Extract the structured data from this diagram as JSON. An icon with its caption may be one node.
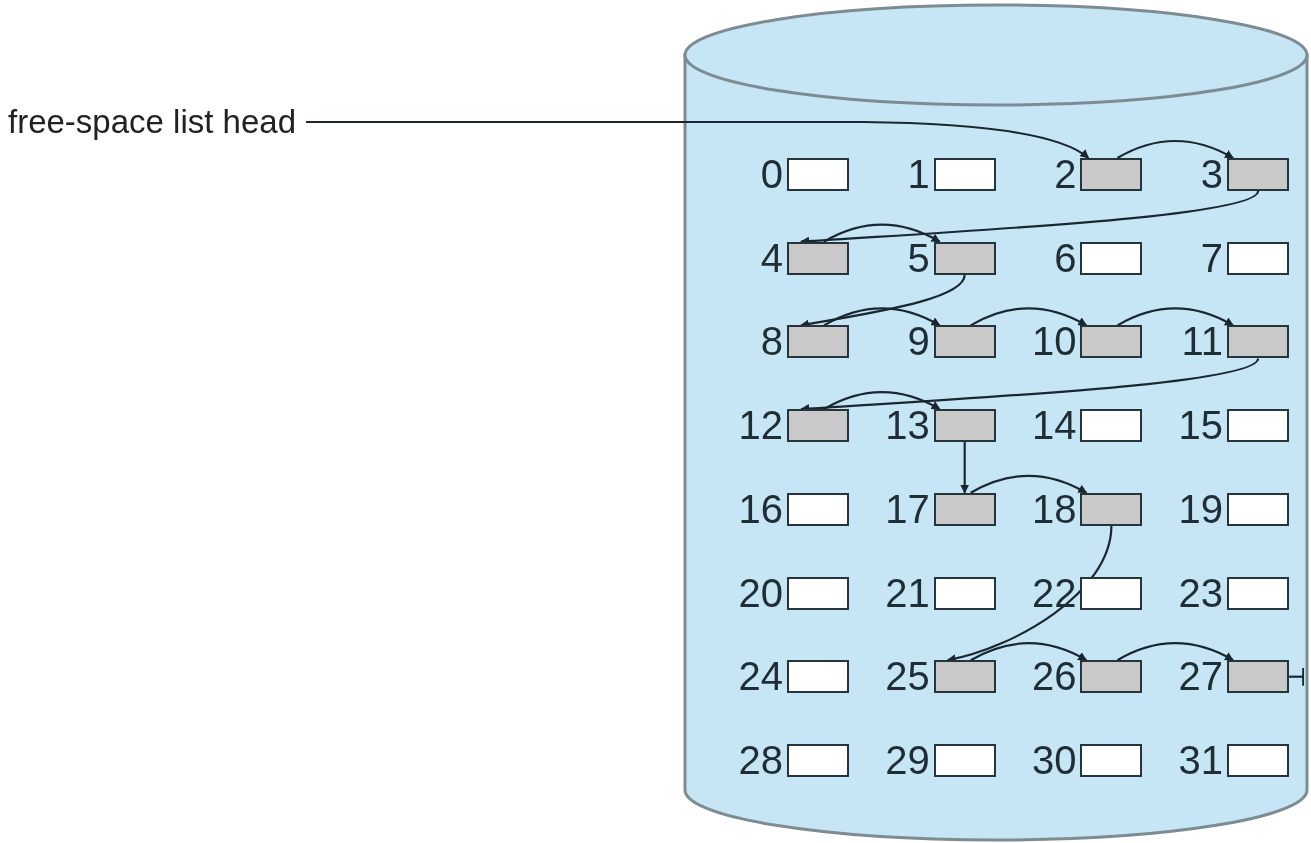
{
  "diagram": {
    "nodes": [
      {
        "text": [
          "free-space list head"
        ]
      },
      {
        "text": [],
        "shape": "cylinder"
      },
      {
        "text": [],
        "shape": "box",
        "beside": [
          "0"
        ],
        "in": 1
      },
      {
        "text": [],
        "shape": "box",
        "beside": [
          "1"
        ],
        "in": 1
      },
      {
        "text": [],
        "shape": "box",
        "beside": [
          "2"
        ],
        "in": 1
      },
      {
        "text": [],
        "shape": "box",
        "beside": [
          "3"
        ],
        "in": 1
      },
      {
        "text": [],
        "shape": "box",
        "beside": [
          "4"
        ],
        "in": 1
      },
      {
        "text": [],
        "shape": "box",
        "beside": [
          "5"
        ],
        "in": 1
      },
      {
        "text": [],
        "shape": "box",
        "beside": [
          "6"
        ],
        "in": 1
      },
      {
        "text": [],
        "shape": "box",
        "beside": [
          "7"
        ],
        "in": 1
      },
      {
        "text": [],
        "shape": "box",
        "beside": [
          "8"
        ],
        "in": 1
      },
      {
        "text": [],
        "shape": "box",
        "beside": [
          "9"
        ],
        "in": 1
      },
      {
        "text": [],
        "shape": "box",
        "beside": [
          "10"
        ],
        "in": 1
      },
      {
        "text": [],
        "shape": "box",
        "beside": [
          "11"
        ],
        "in": 1
      },
      {
        "text": [],
        "shape": "box",
        "beside": [
          "12"
        ],
        "in": 1
      },
      {
        "text": [],
        "shape": "box",
        "beside": [
          "13"
        ],
        "in": 1
      },
      {
        "text": [],
        "shape": "box",
        "beside": [
          "14"
        ],
        "in": 1
      },
      {
        "text": [],
        "shape": "box",
        "beside": [
          "15"
        ],
        "in": 1
      },
      {
        "text": [],
        "shape": "box",
        "beside": [
          "16"
        ],
        "in": 1
      },
      {
        "text": [],
        "shape": "box",
        "beside": [
          "17"
        ],
        "in": 1
      },
      {
        "text": [],
        "shape": "box",
        "beside": [
          "18"
        ],
        "in": 1
      },
      {
        "text": [],
        "shape": "box",
        "beside": [
          "19"
        ],
        "in": 1
      },
      {
        "text": [],
        "shape": "box",
        "beside": [
          "20"
        ],
        "in": 1
      },
      {
        "text": [],
        "shape": "box",
        "beside": [
          "21"
        ],
        "in": 1
      },
      {
        "text": [],
        "shape": "box",
        "beside": [
          "22"
        ],
        "in": 1
      },
      {
        "text": [],
        "shape": "box",
        "beside": [
          "23"
        ],
        "in": 1
      },
      {
        "text": [],
        "shape": "box",
        "beside": [
          "24"
        ],
        "in": 1
      },
      {
        "text": [],
        "shape": "box",
        "beside": [
          "25"
        ],
        "in": 1
      },
      {
        "text": [],
        "shape": "box",
        "beside": [
          "26"
        ],
        "in": 1
      },
      {
        "text": [],
        "shape": "box",
        "beside": [
          "27"
        ],
        "in": 1
      },
      {
        "text": [],
        "shape": "box",
        "beside": [
          "28"
        ],
        "in": 1
      },
      {
        "text": [],
        "shape": "box",
        "beside": [
          "29"
        ],
        "in": 1
      },
      {
        "text": [],
        "shape": "box",
        "beside": [
          "30"
        ],
        "in": 1
      },
      {
        "text": [],
        "shape": "box",
        "beside": [
          "31"
        ],
        "in": 1
      }
    ],
    "edges": [
      {
        "from": 0,
        "to": 4,
        "arrow": "to"
      },
      {
        "from": 4,
        "to": 5,
        "arrow": "to"
      },
      {
        "from": 5,
        "to": 6,
        "arrow": "to"
      },
      {
        "from": 6,
        "to": 7,
        "arrow": "to"
      },
      {
        "from": 7,
        "to": 10,
        "arrow": "to"
      },
      {
        "from": 10,
        "to": 11,
        "arrow": "to"
      },
      {
        "from": 11,
        "to": 12,
        "arrow": "to"
      },
      {
        "from": 12,
        "to": 13,
        "arrow": "to"
      },
      {
        "from": 13,
        "to": 14,
        "arrow": "to"
      },
      {
        "from": 14,
        "to": 15,
        "arrow": "to"
      },
      {
        "from": 15,
        "to": 19,
        "arrow": "to"
      },
      {
        "from": 19,
        "to": 20,
        "arrow": "to"
      },
      {
        "from": 20,
        "to": 27,
        "arrow": "to"
      },
      {
        "from": 27,
        "to": 28,
        "arrow": "to"
      },
      {
        "from": 28,
        "to": 29,
        "arrow": "to"
      },
      {
        "from": 29,
        "to": null,
        "arrow": "other"
      }
    ]
  }
}
